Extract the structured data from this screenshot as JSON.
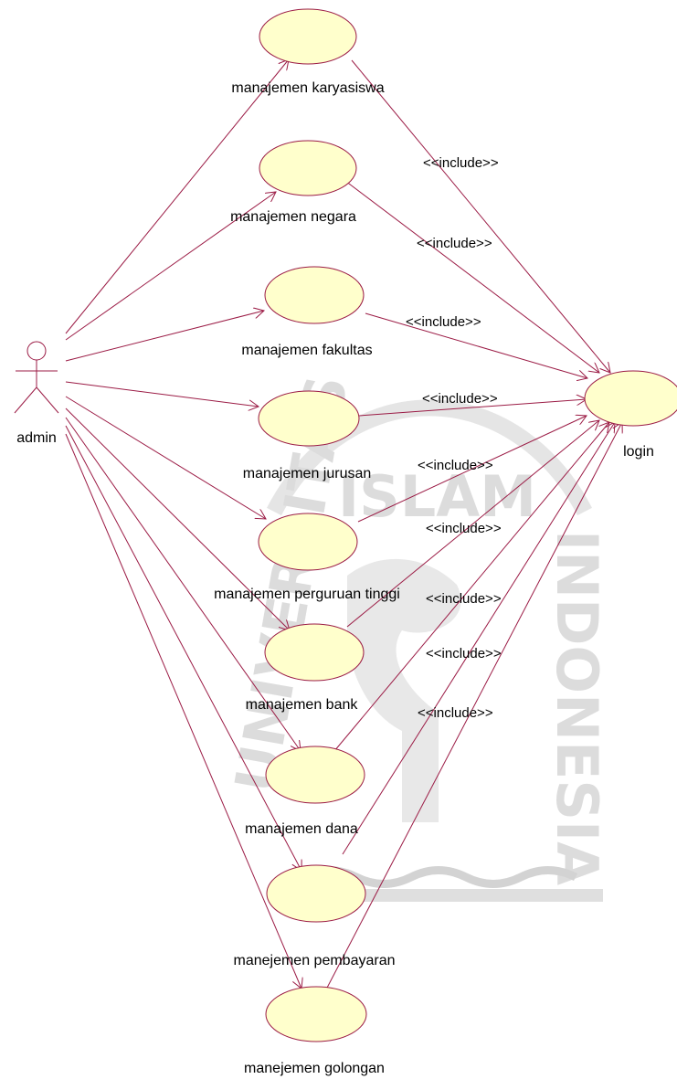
{
  "actor": {
    "name": "admin"
  },
  "use_cases": [
    {
      "label": "manajemen karyasiswa"
    },
    {
      "label": "manajemen negara"
    },
    {
      "label": "manajemen fakultas"
    },
    {
      "label": "manajemen jurusan"
    },
    {
      "label": "manajemen perguruan tinggi"
    },
    {
      "label": "manajemen bank"
    },
    {
      "label": "manajemen dana"
    },
    {
      "label": "manejemen pembayaran"
    },
    {
      "label": "manejemen golongan"
    }
  ],
  "target": {
    "label": "login"
  },
  "include_label": "<<include>>",
  "colors": {
    "line": "#9b1b45",
    "usecase_fill": "#ffffcc",
    "watermark": "#d9d9d9"
  },
  "watermark": {
    "text_top": "ISLAM",
    "text_right": "INDONESIA",
    "text_left": "UNIVERSITAS"
  }
}
